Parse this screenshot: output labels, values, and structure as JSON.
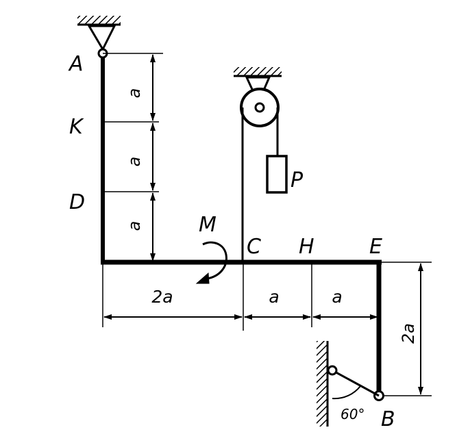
{
  "points": {
    "A": "A",
    "K": "K",
    "D": "D",
    "C": "C",
    "H": "H",
    "E": "E",
    "B": "B"
  },
  "loads": {
    "moment": "M",
    "weight": "P"
  },
  "dimensions": {
    "a_top": "a",
    "a_mid": "a",
    "a_low": "a",
    "two_a_horizontal": "2a",
    "a_ch": "a",
    "a_he": "a",
    "two_a_vertical": "2a"
  },
  "angle": "60°",
  "colors": {
    "ink": "#000000",
    "paper": "#ffffff"
  }
}
